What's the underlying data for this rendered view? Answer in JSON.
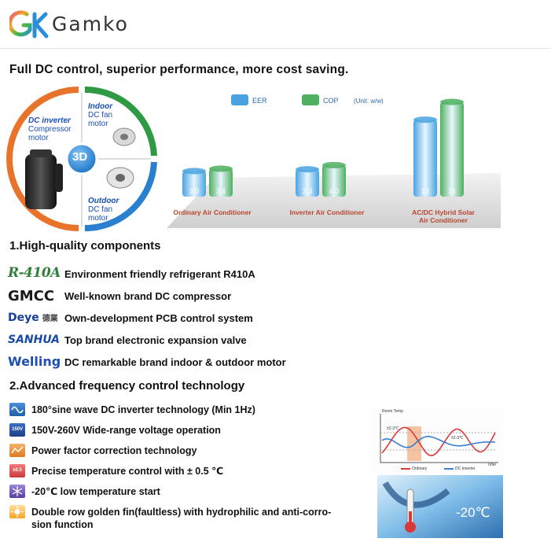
{
  "header": {
    "brand": "Gamko",
    "logo_icon": "gk-logo-icon"
  },
  "tagline": "Full DC control, superior performance, more cost saving.",
  "diagram": {
    "center": "3D",
    "compressor": {
      "title": "DC inverter",
      "sub1": "Compressor",
      "sub2": "motor"
    },
    "indoor": {
      "title": "Indoor",
      "sub1": "DC fan",
      "sub2": "motor"
    },
    "outdoor": {
      "title": "Outdoor",
      "sub1": "DC fan",
      "sub2": "motor"
    },
    "colors": {
      "orange": "#e8732a",
      "green": "#2f9a44",
      "blue": "#2a7fcf"
    }
  },
  "chart_data": {
    "type": "bar",
    "title": "",
    "unit_note": "(Unit: w/w)",
    "categories": [
      "Ordinary Air Conditioner",
      "Inverter Air Conditioner",
      "AC/DC Hybrid Solar Air Conditioner"
    ],
    "series": [
      {
        "name": "EER",
        "values": [
          3.0,
          3.3,
          13
        ],
        "labels": [
          "3.0",
          "3.3",
          "13"
        ],
        "color": "#4aa3e0"
      },
      {
        "name": "COP",
        "values": [
          3.4,
          4.0,
          16
        ],
        "labels": [
          "3.4",
          "4.0",
          "16"
        ],
        "color": "#4fb060"
      }
    ],
    "category_labels": [
      [
        "Ordinary Air Conditioner"
      ],
      [
        "Inverter Air Conditioner"
      ],
      [
        "AC/DC Hybrid Solar",
        "Air Conditioner"
      ]
    ],
    "grid": false,
    "legend": "top"
  },
  "section1": {
    "title": "1.High-quality components",
    "items": [
      {
        "logo": "R-410A",
        "text": "Environment friendly refrigerant R410A"
      },
      {
        "logo": "GMCC",
        "text": "Well-known brand DC compressor"
      },
      {
        "logo": "Deye",
        "logo_cn": "德業",
        "text": "Own-development PCB control system"
      },
      {
        "logo": "SANHUA",
        "text": "Top brand electronic expansion valve"
      },
      {
        "logo": "Welling",
        "text": "DC remarkable brand indoor & outdoor motor"
      }
    ]
  },
  "section2": {
    "title": "2.Advanced frequency control technology",
    "items": [
      {
        "icon": "sine-wave-icon",
        "text": "180°sine wave DC inverter technology (Min 1Hz)"
      },
      {
        "icon": "voltage-icon",
        "icon_text": "150V",
        "text": "150V-260V Wide-range voltage operation"
      },
      {
        "icon": "power-factor-icon",
        "text": "Power factor correction technology"
      },
      {
        "icon": "temperature-icon",
        "icon_text": "±0.5",
        "text": "Precise temperature control with ± 0.5 ℃"
      },
      {
        "icon": "snowflake-icon",
        "text": "-20℃ low temperature start"
      },
      {
        "icon": "sun-fin-icon",
        "text": "Double row golden fin(faultless) with hydrophilic and anti-corro-",
        "text2": "sion function"
      }
    ]
  },
  "temp_graph": {
    "ylabel": "Room Temp",
    "xlabel": "Time",
    "band_low": "±2-3℃",
    "band_high": "±2-3℃",
    "legend_ordinary": "Ordinary",
    "legend_dc": "DC Inverter"
  },
  "cold_start": {
    "label": "-20℃"
  }
}
